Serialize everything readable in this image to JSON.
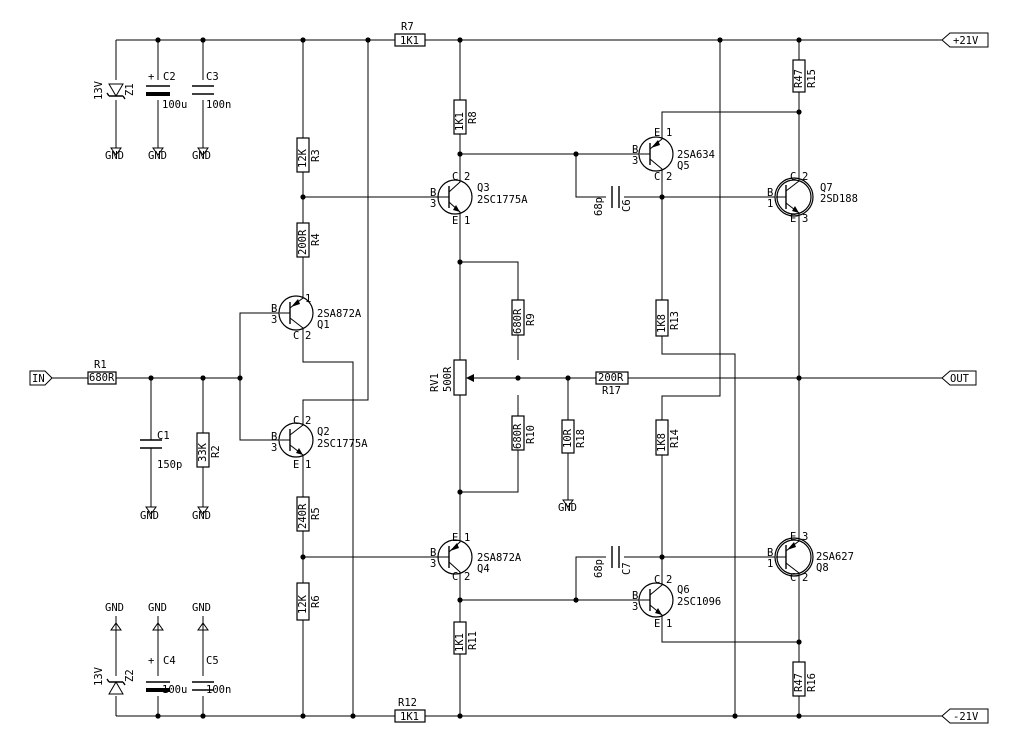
{
  "ports": {
    "vplus": "+21V",
    "vminus": "-21V",
    "in": "IN",
    "out": "OUT"
  },
  "resistors": {
    "R1": {
      "ref": "R1",
      "value": "680R"
    },
    "R2": {
      "ref": "R2",
      "value": "33K"
    },
    "R3": {
      "ref": "R3",
      "value": "12K"
    },
    "R4": {
      "ref": "R4",
      "value": "200R"
    },
    "R5": {
      "ref": "R5",
      "value": "240R"
    },
    "R6": {
      "ref": "R6",
      "value": "12K"
    },
    "R7": {
      "ref": "R7",
      "value": "1K1"
    },
    "R8": {
      "ref": "R8",
      "value": "1K1"
    },
    "R9": {
      "ref": "R9",
      "value": "680R"
    },
    "R10": {
      "ref": "R10",
      "value": "680R"
    },
    "R11": {
      "ref": "R11",
      "value": "1K1"
    },
    "R12": {
      "ref": "R12",
      "value": "1K1"
    },
    "R13": {
      "ref": "R13",
      "value": "1K8"
    },
    "R14": {
      "ref": "R14",
      "value": "1K8"
    },
    "R15": {
      "ref": "R15",
      "value": "R47"
    },
    "R16": {
      "ref": "R16",
      "value": "R47"
    },
    "R17": {
      "ref": "R17",
      "value": "200R"
    },
    "R18": {
      "ref": "R18",
      "value": "10R"
    },
    "RV1": {
      "ref": "RV1",
      "value": "500R"
    }
  },
  "capacitors": {
    "C1": {
      "ref": "C1",
      "value": "150p"
    },
    "C2": {
      "ref": "C2",
      "value": "100u"
    },
    "C3": {
      "ref": "C3",
      "value": "100n"
    },
    "C4": {
      "ref": "C4",
      "value": "100u"
    },
    "C5": {
      "ref": "C5",
      "value": "100n"
    },
    "C6": {
      "ref": "C6",
      "value": "68p"
    },
    "C7": {
      "ref": "C7",
      "value": "68p"
    }
  },
  "diodes": {
    "Z1": {
      "ref": "Z1",
      "value": "13V"
    },
    "Z2": {
      "ref": "Z2",
      "value": "13V"
    }
  },
  "transistors": {
    "Q1": {
      "ref": "Q1",
      "part": "2SA872A"
    },
    "Q2": {
      "ref": "Q2",
      "part": "2SC1775A"
    },
    "Q3": {
      "ref": "Q3",
      "part": "2SC1775A"
    },
    "Q4": {
      "ref": "Q4",
      "part": "2SA872A"
    },
    "Q5": {
      "ref": "Q5",
      "part": "2SA634"
    },
    "Q6": {
      "ref": "Q6",
      "part": "2SC1096"
    },
    "Q7": {
      "ref": "Q7",
      "part": "2SD188"
    },
    "Q8": {
      "ref": "Q8",
      "part": "2SA627"
    }
  },
  "labels": {
    "gnd": "GND",
    "plus": "+",
    "pin_b": "B",
    "pin_c": "C",
    "pin_e": "E",
    "pin1": "1",
    "pin2": "2",
    "pin3": "3"
  }
}
